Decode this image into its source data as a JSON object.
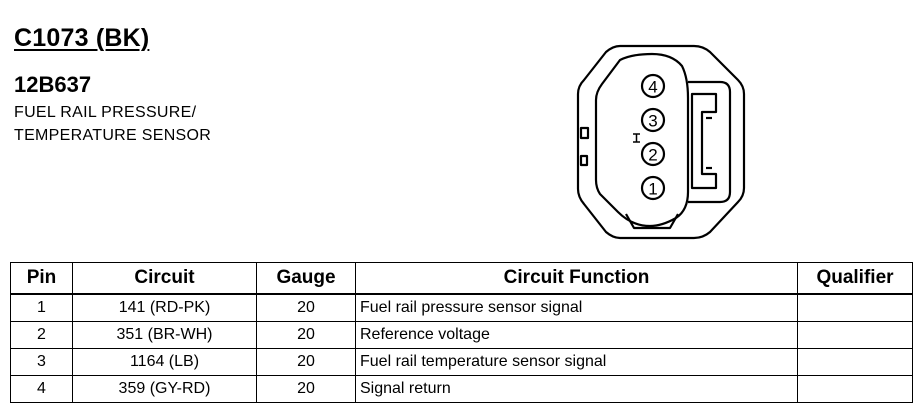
{
  "header": {
    "connector_id": "C1073 (BK)",
    "part_number": "12B637",
    "component_line1": "FUEL RAIL PRESSURE/",
    "component_line2": "TEMPERATURE SENSOR"
  },
  "diagram": {
    "pins": [
      "4",
      "3",
      "2",
      "1"
    ]
  },
  "table": {
    "headers": {
      "pin": "Pin",
      "circuit": "Circuit",
      "gauge": "Gauge",
      "function": "Circuit Function",
      "qualifier": "Qualifier"
    },
    "rows": [
      {
        "pin": "1",
        "circuit": "141 (RD-PK)",
        "gauge": "20",
        "function": "Fuel rail pressure sensor signal",
        "qualifier": ""
      },
      {
        "pin": "2",
        "circuit": "351 (BR-WH)",
        "gauge": "20",
        "function": "Reference voltage",
        "qualifier": ""
      },
      {
        "pin": "3",
        "circuit": "1164 (LB)",
        "gauge": "20",
        "function": "Fuel rail temperature sensor signal",
        "qualifier": ""
      },
      {
        "pin": "4",
        "circuit": "359 (GY-RD)",
        "gauge": "20",
        "function": "Signal return",
        "qualifier": ""
      }
    ]
  }
}
